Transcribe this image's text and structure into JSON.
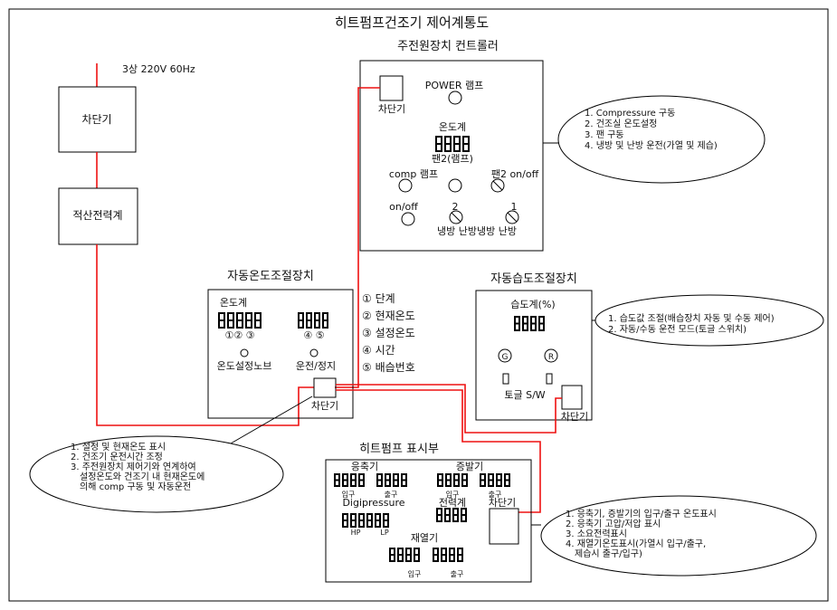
{
  "title": "히트펌프건조기 제어계통도",
  "power": {
    "label": "3상 220V 60Hz",
    "breaker": "차단기",
    "meter": "적산전력계"
  },
  "main_controller": {
    "title": "주전원장치 컨트롤러",
    "breaker": "차단기",
    "power_lamp": "POWER 램프",
    "thermometer": "온도계",
    "fan2_lamp": "팬2(램프)",
    "comp_lamp": "comp 램프",
    "fan2_onoff": "팬2 on/off",
    "onoff": "on/off",
    "switch_2": "2",
    "switch_1": "1",
    "mode_label": "냉방 난방냉방 난방"
  },
  "callout_main": [
    "1. Compressure 구동",
    "2. 건조실 온도설정",
    "3. 팬 구동",
    "4. 냉방 및 난방 운전(가열 및 제습)"
  ],
  "temp_controller": {
    "title": "자동온도조절장치",
    "thermometer": "온도계",
    "nums_left": "①② ③",
    "nums_right": "④ ⑤",
    "knob_label": "온도설정노브",
    "run_stop": "운전/정지",
    "breaker": "차단기"
  },
  "temp_legend": [
    "① 단계",
    "② 현재온도",
    "③ 설정온도",
    "④ 시간",
    "⑤ 배습번호"
  ],
  "callout_temp": [
    "1. 설정 및 현재온도 표시",
    "2. 건조기 운전시간 조정",
    "3. 주전원장치 제어기와 연계하여",
    "설정온도와 건조기 내 현재온도에",
    "의해 comp 구동 및 자동운전"
  ],
  "humidity_controller": {
    "title": "자동습도조절장치",
    "hygrometer": "습도계(%)",
    "g": "G",
    "r": "R",
    "toggle": "토글 S/W",
    "breaker": "차단기"
  },
  "callout_humidity": [
    "1. 습도값 조절(배습장치 자동 및 수동 제어)",
    "2. 자동/수동 운전 모드(토글 스위치)"
  ],
  "heatpump_display": {
    "title": "히트펌프 표시부",
    "condenser": "응축기",
    "evaporator": "증발기",
    "inlet": "입구",
    "outlet": "출구",
    "digipressure": "Digipressure",
    "power_meter": "전력계",
    "hp": "HP",
    "lp": "LP",
    "reheater": "재열기",
    "reheat_in": "입구",
    "reheat_out": "출구",
    "breaker": "차단기"
  },
  "callout_heatpump": [
    "1. 응축기, 증발기의 입구/출구 온도표시",
    "2. 응축기 고압/저압 표시",
    "3. 소요전력표시",
    "4. 재열기온도표시(가열시 입구/출구,",
    "제습시 출구/입구)"
  ],
  "colors": {
    "wire": "#e11111",
    "line": "#000000",
    "background": "#ffffff"
  }
}
